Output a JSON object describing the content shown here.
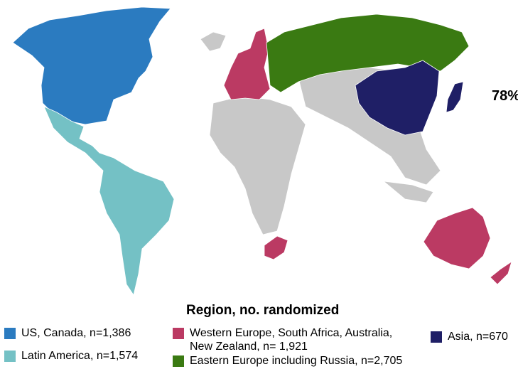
{
  "colors": {
    "us_canada": "#2b7bc0",
    "latin_america": "#74c1c5",
    "western_europe": "#bb3a63",
    "eastern_europe": "#3a7a12",
    "asia": "#1f1f66",
    "other": "#c8c8c8"
  },
  "annotation": {
    "percent": "78%"
  },
  "legend": {
    "title": "Region, no. randomized",
    "items": [
      {
        "key": "us_canada",
        "label": "US, Canada, n=1,386"
      },
      {
        "key": "latin_america",
        "label": "Latin America, n=1,574"
      },
      {
        "key": "western_europe",
        "label": "Western Europe, South Africa, Australia, New Zealand, n= 1,921"
      },
      {
        "key": "eastern_europe",
        "label": "Eastern Europe including Russia, n=2,705"
      },
      {
        "key": "asia",
        "label": "Asia, n=670"
      }
    ]
  }
}
